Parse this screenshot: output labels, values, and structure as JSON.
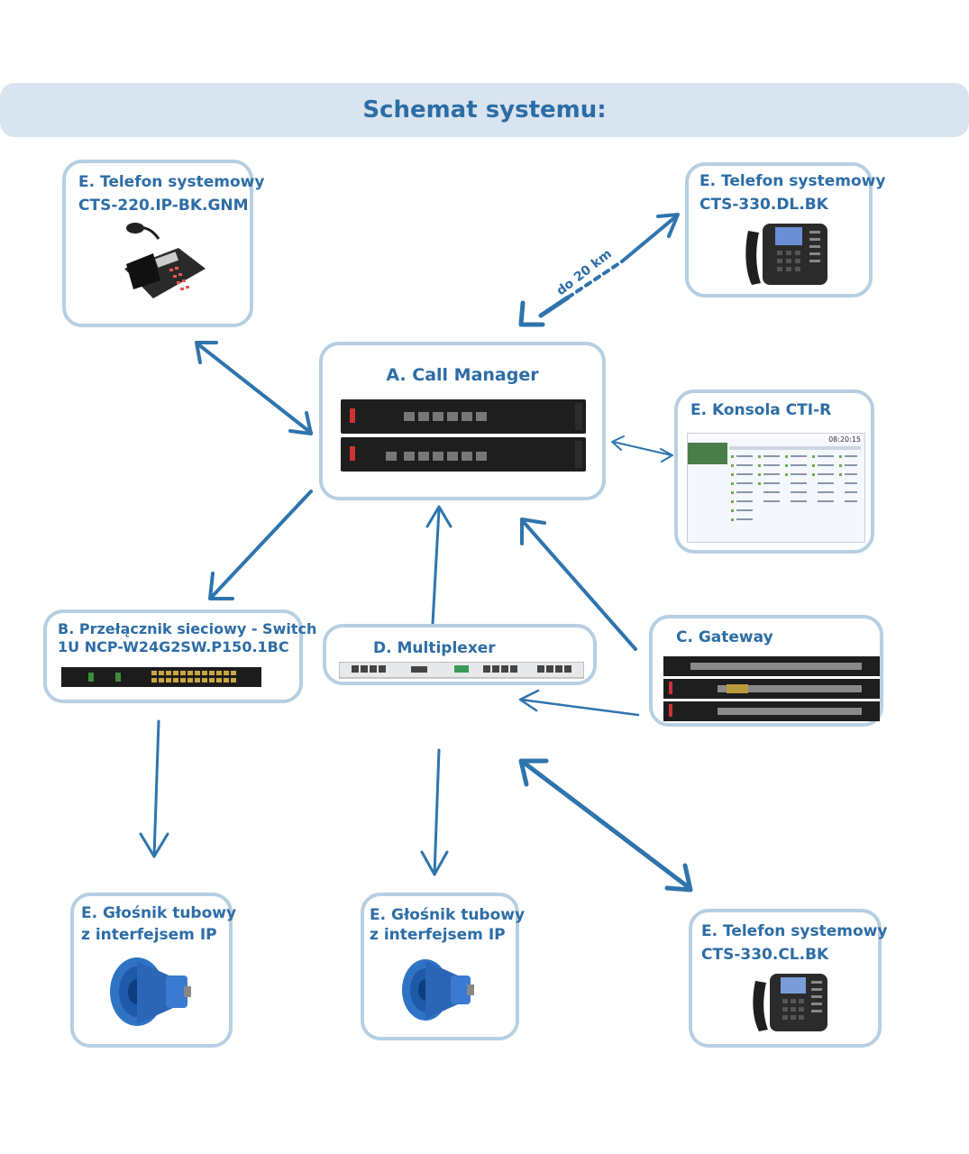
{
  "title": "Schemat systemu:",
  "nodes": {
    "phone_tl": {
      "line1": "E. Telefon systemowy",
      "line2": "CTS-220.IP-BK.GNM"
    },
    "phone_tr": {
      "line1": "E. Telefon systemowy",
      "line2": "CTS-330.DL.BK"
    },
    "call_manager": {
      "line1": "A. Call Manager"
    },
    "console": {
      "line1": "E. Konsola CTI-R",
      "screen_time": "08:20:15"
    },
    "switch": {
      "line1": "B. Przełącznik sieciowy - Switch",
      "line2": "1U NCP-W24G2SW.P150.1BC"
    },
    "multiplexer": {
      "line1": "D. Multiplexer"
    },
    "gateway": {
      "line1": "C. Gateway"
    },
    "speaker_l": {
      "line1": "E. Głośnik tubowy",
      "line2": "z interfejsem IP"
    },
    "speaker_m": {
      "line1": "E. Głośnik tubowy",
      "line2": "z interfejsem IP"
    },
    "phone_br": {
      "line1": "E. Telefon systemowy",
      "line2": "CTS-330.CL.BK"
    }
  },
  "edges": {
    "distance_label": "do 20 km"
  },
  "colors": {
    "accent": "#2d6da6",
    "box_border": "#b7cfe3",
    "title_bg": "#d8e4f0",
    "arrow": "#2f74ad"
  }
}
